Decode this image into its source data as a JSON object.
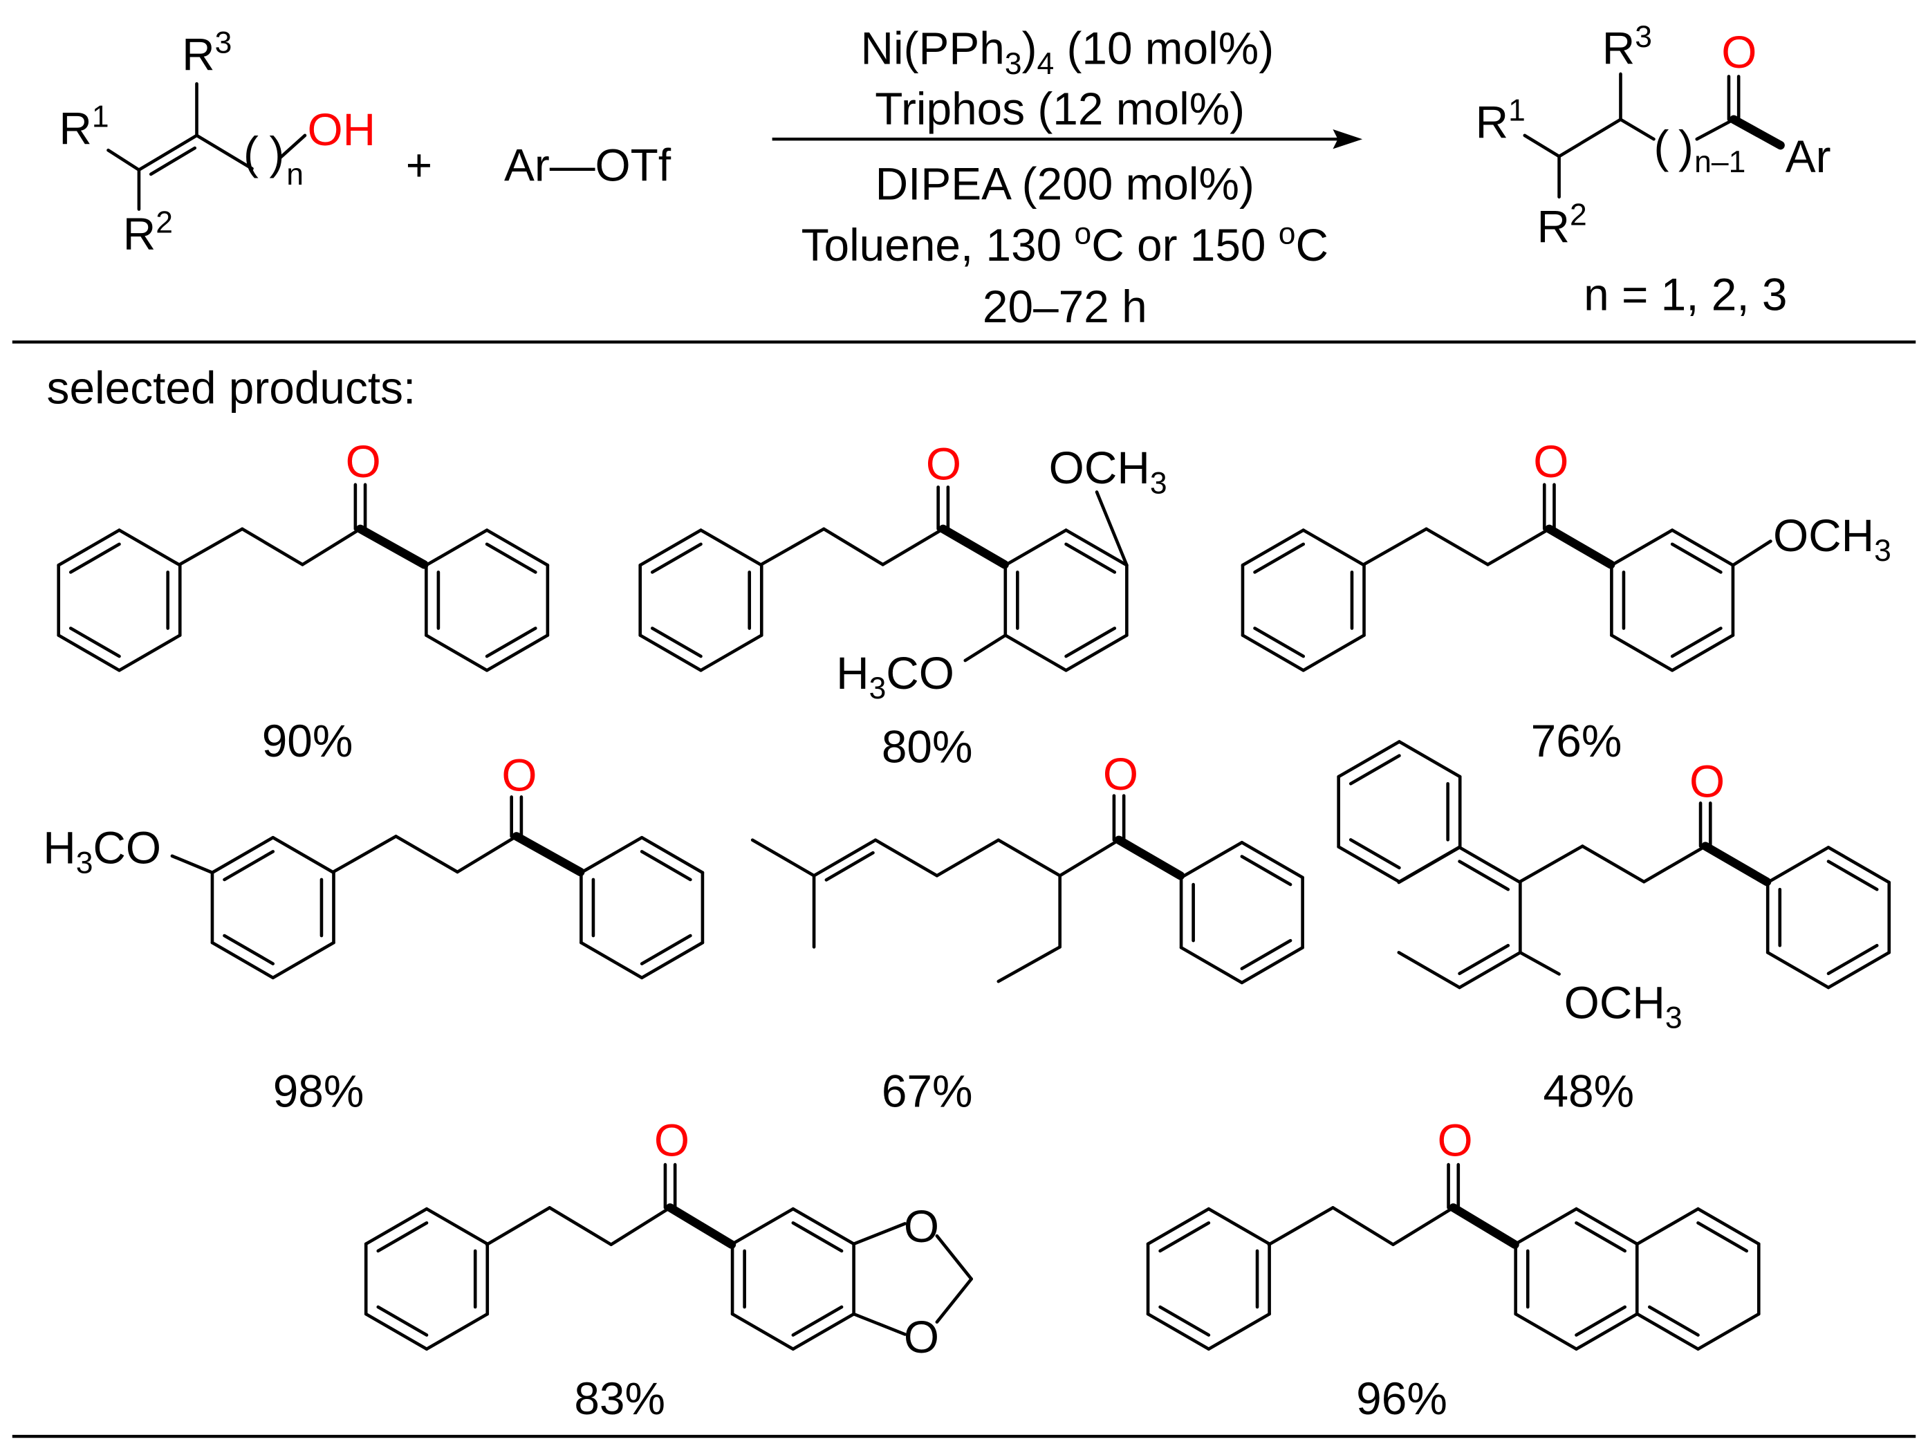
{
  "scheme": {
    "reactant": {
      "r1": "R",
      "r1_sup": "1",
      "r2": "R",
      "r2_sup": "2",
      "r3": "R",
      "r3_sup": "3",
      "oh": "OH",
      "n": "n",
      "paren_open": "(",
      "paren_close": ")"
    },
    "plus": "+",
    "reagent2": "Ar—OTf",
    "conditions": {
      "line1": {
        "a": "Ni(PPh",
        "s1": "3",
        "b": ")",
        "s2": "4",
        "c": " (10 mol%)"
      },
      "line2": "Triphos (12 mol%)",
      "line3": "DIPEA (200 mol%)",
      "line4": {
        "a": "Toluene, 130 ",
        "sup1": "o",
        "b": "C or 150 ",
        "sup2": "o",
        "c": "C"
      },
      "line5": "20–72 h"
    },
    "product": {
      "r1": "R",
      "r1_sup": "1",
      "r2": "R",
      "r2_sup": "2",
      "r3": "R",
      "r3_sup": "3",
      "o": "O",
      "ar": "Ar",
      "n": "n–1",
      "paren_open": "(",
      "paren_close": ")",
      "n_values": "n = 1, 2, 3"
    }
  },
  "section_label": "selected products:",
  "products": [
    {
      "yield": "90%"
    },
    {
      "yield": "80%",
      "ome_top": "OCH",
      "ome_top_sub": "3",
      "ome_bottom_a": "H",
      "ome_bottom_sub": "3",
      "ome_bottom_b": "CO"
    },
    {
      "yield": "76%",
      "ome": "OCH",
      "ome_sub": "3"
    },
    {
      "yield": "98%",
      "ome_a": "H",
      "ome_sub": "3",
      "ome_b": "CO"
    },
    {
      "yield": "67%"
    },
    {
      "yield": "48%",
      "ome": "OCH",
      "ome_sub": "3"
    },
    {
      "yield": "83%",
      "o1": "O",
      "o2": "O"
    },
    {
      "yield": "96%"
    }
  ],
  "carbonyl_o": "O",
  "colors": {
    "oxygen": "#ff0000",
    "bond": "#000000"
  }
}
